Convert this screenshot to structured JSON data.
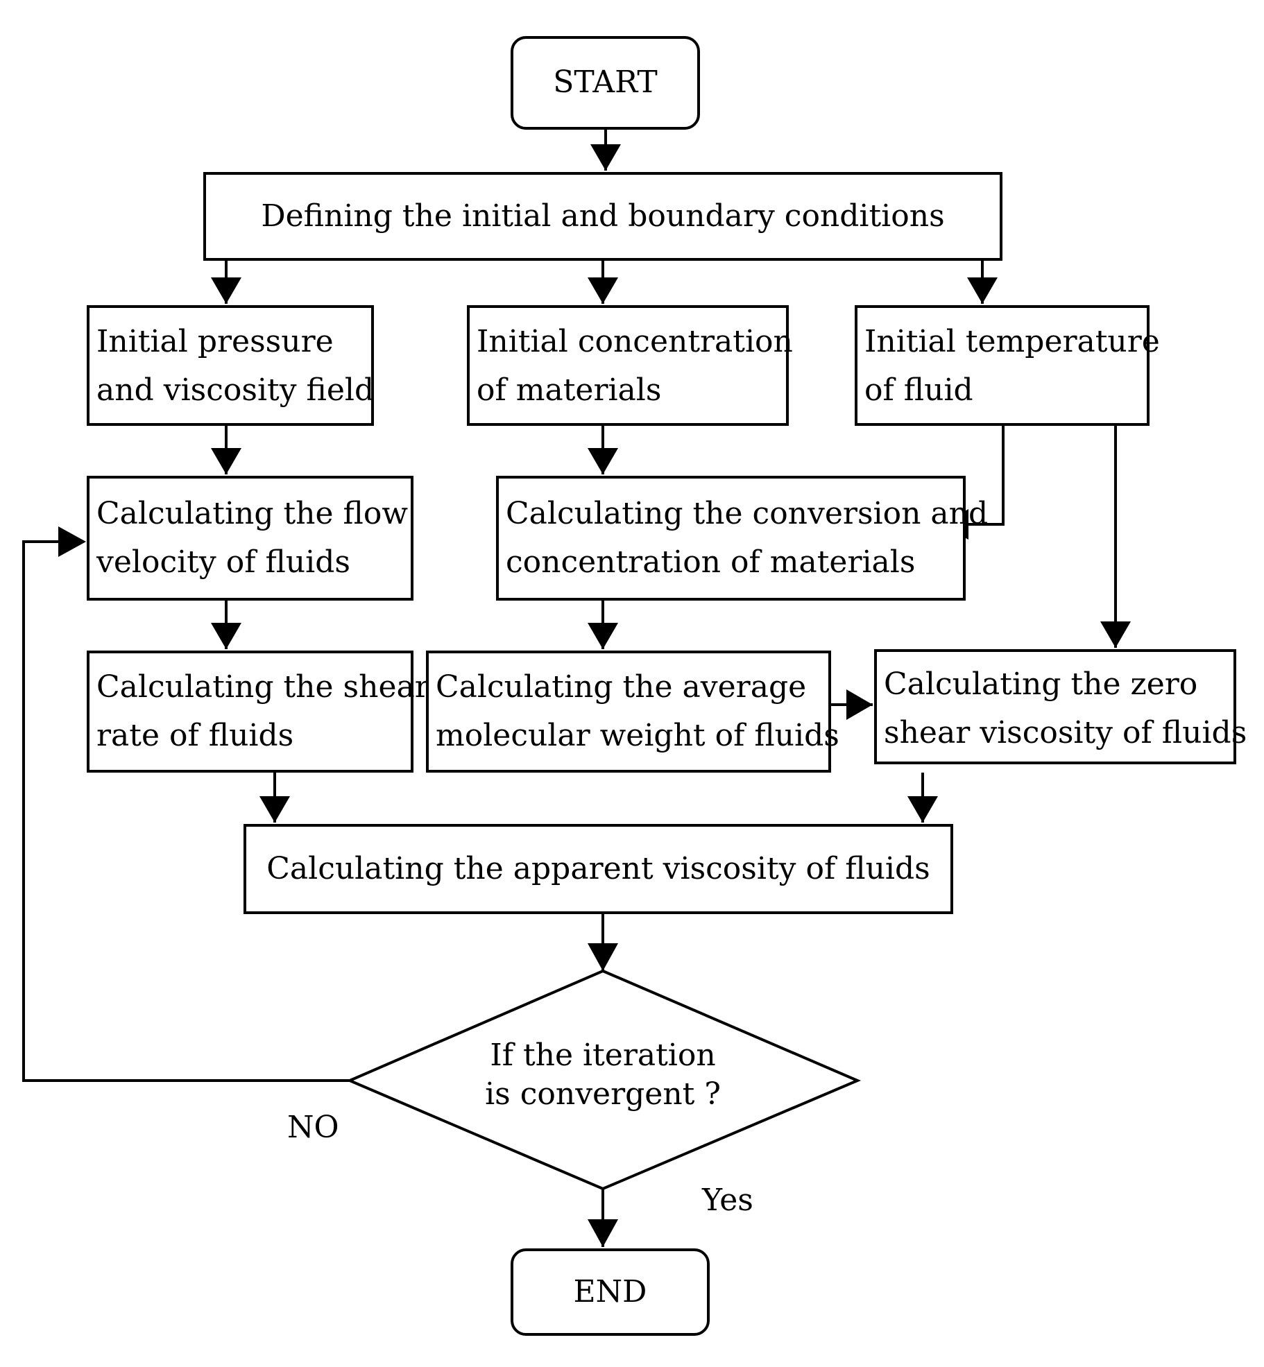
{
  "start": "START",
  "end": "END",
  "define_conditions": "Defining the initial and boundary conditions",
  "initial_pressure": [
    "Initial pressure",
    "and viscosity field"
  ],
  "initial_concentration": [
    "Initial concentration",
    "of materials"
  ],
  "initial_temperature": [
    "Initial temperature",
    "of fluid"
  ],
  "flow_velocity": [
    "Calculating the flow",
    "velocity of fluids"
  ],
  "conversion": [
    "Calculating the conversion and",
    "concentration of materials"
  ],
  "shear_rate": [
    "Calculating the shear",
    "rate of fluids"
  ],
  "molecular_weight": [
    "Calculating the average",
    "molecular weight of fluids"
  ],
  "zero_shear": [
    "Calculating the zero",
    "shear viscosity of fluids"
  ],
  "apparent_viscosity": "Calculating the apparent viscosity of fluids",
  "decision": [
    "If the iteration",
    "is convergent ?"
  ],
  "no_label": "NO",
  "yes_label": "Yes"
}
